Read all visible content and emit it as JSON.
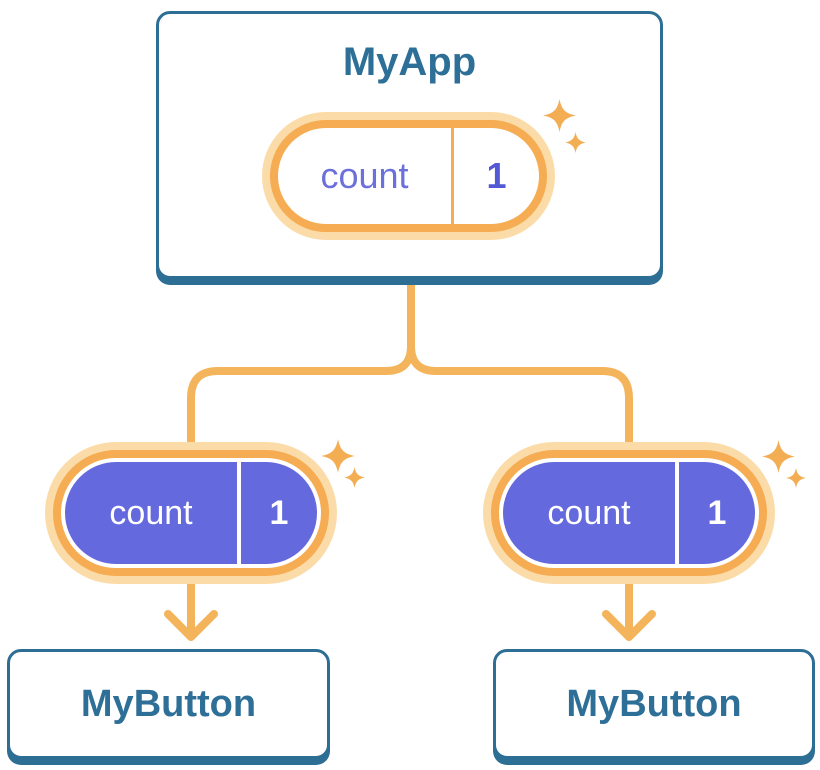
{
  "diagram": {
    "root": {
      "title": "MyApp",
      "pill": {
        "label": "count",
        "value": "1"
      }
    },
    "children": [
      {
        "title": "MyButton",
        "pill": {
          "label": "count",
          "value": "1"
        }
      },
      {
        "title": "MyButton",
        "pill": {
          "label": "count",
          "value": "1"
        }
      }
    ]
  },
  "icons": {
    "sparkles": "sparkles-icon",
    "arrow": "arrow-down-icon"
  },
  "colors": {
    "card_border_blue": "#2D6E94",
    "title_text_blue": "#2E6F98",
    "connector_orange": "#F4B45C",
    "pill_ring_orange": "#F5AC52",
    "pill_halo_orange": "#FBDCA9",
    "sparkle_orange": "#F3AD52",
    "props_purple": "#6569DE",
    "state_label_purple": "#6B70DB",
    "state_value_purple": "#5358D4",
    "background": "#FFFFFF"
  }
}
